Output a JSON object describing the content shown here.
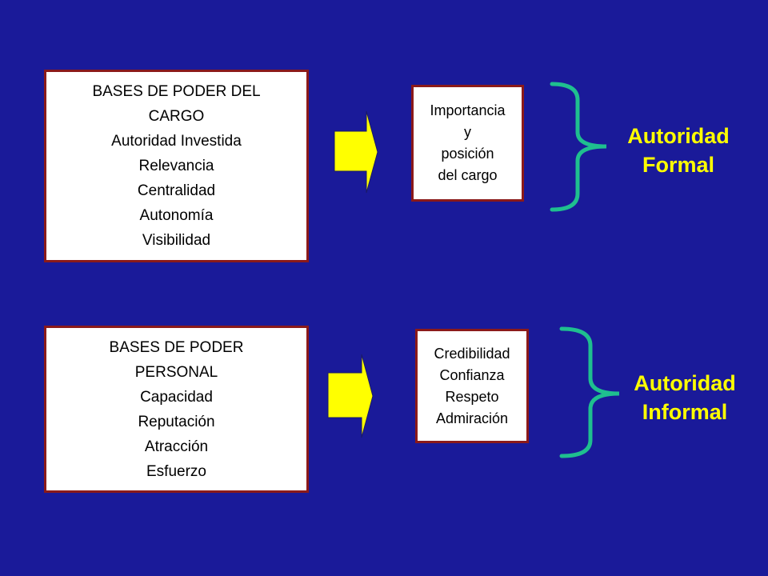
{
  "colors": {
    "background": "#1a1a99",
    "box_fill": "#ffffff",
    "box_border": "#8b1a1a",
    "arrow_fill": "#ffff00",
    "brace": "#1fbf8f",
    "result_text": "#ffff00"
  },
  "rows": [
    {
      "bases_lines": [
        "BASES DE PODER DEL",
        "CARGO",
        "Autoridad Investida",
        "Relevancia",
        "Centralidad",
        "Autonomía",
        "Visibilidad"
      ],
      "outcome_lines": [
        "Importancia",
        "y",
        "posición",
        "del cargo"
      ],
      "result_lines": [
        "Autoridad",
        "Formal"
      ]
    },
    {
      "bases_lines": [
        "BASES DE PODER",
        "PERSONAL",
        "Capacidad",
        "Reputación",
        "Atracción",
        "Esfuerzo"
      ],
      "outcome_lines": [
        "Credibilidad",
        "Confianza",
        "Respeto",
        "Admiración"
      ],
      "result_lines": [
        "Autoridad",
        "Informal"
      ]
    }
  ]
}
